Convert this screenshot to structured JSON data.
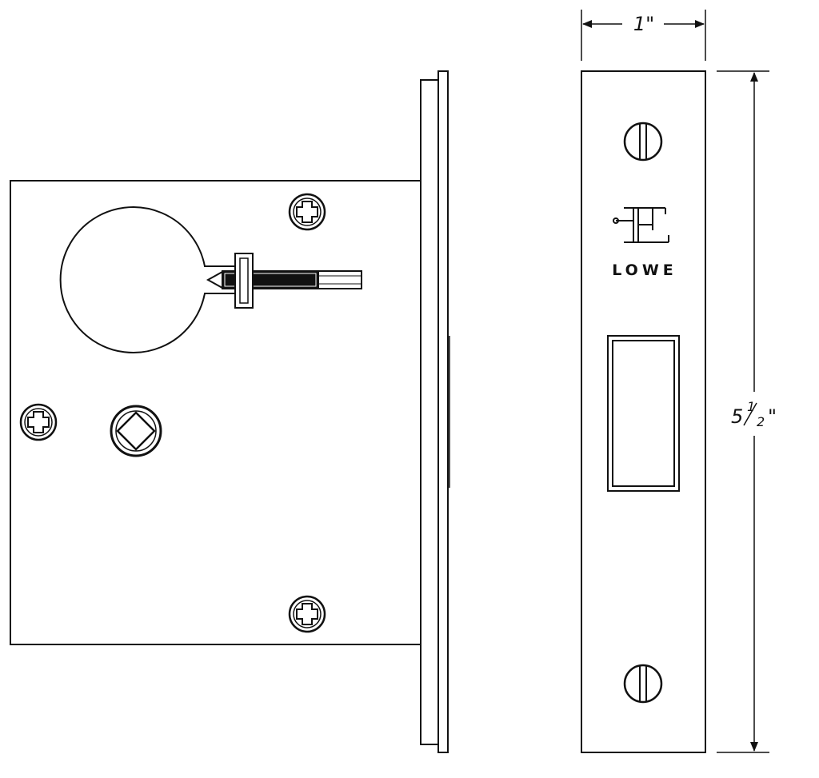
{
  "diagram": {
    "width_dimension": "1\"",
    "height_dimension": {
      "whole": "5",
      "numerator": "1",
      "denominator": "2",
      "unit": "\""
    },
    "faceplate_brand": "LOWE",
    "logo_monogram": "LH",
    "line_color": "#111111",
    "background_color": "#ffffff"
  }
}
